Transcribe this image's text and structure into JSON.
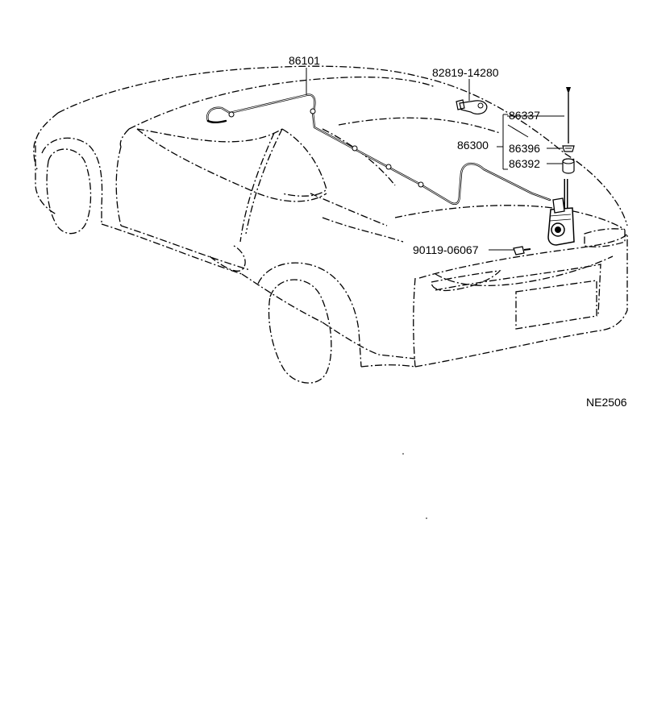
{
  "diagram_code": "NE2506",
  "parts": {
    "feeder_cable": "86101",
    "clamp": "82819-14280",
    "antenna_assy": "86300",
    "antenna_rod": "86337",
    "nut": "86396",
    "cushion": "86392",
    "bolt": "90119-06067"
  }
}
